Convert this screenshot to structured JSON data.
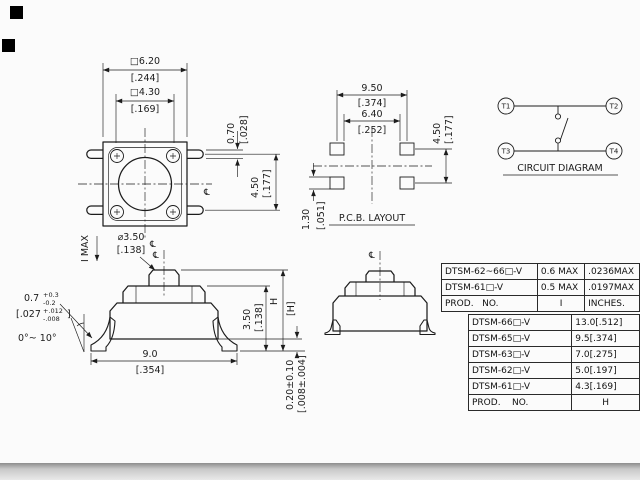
{
  "symbols": {
    "centerline": "℄"
  },
  "top_view": {
    "outer_mm": "□6.20",
    "outer_in": "[.244]",
    "inner_mm": "□4.30",
    "inner_in": "[.169]",
    "term_w_mm": "0.70",
    "term_w_in": "[.028]",
    "pitch_mm": "4.50",
    "pitch_in": "[.177]"
  },
  "pcb": {
    "title": "P.C.B.  LAYOUT",
    "w_mm": "9.50",
    "w_in": "[.374]",
    "inner_mm": "6.40",
    "inner_in": "[.252]",
    "h_mm": "4.50",
    "h_in": "[.177]",
    "pad_mm": "1.30",
    "pad_in": "[.051]"
  },
  "circuit": {
    "title": "CIRCUIT  DIAGRAM",
    "t1": "T1",
    "t2": "T2",
    "t3": "T3",
    "t4": "T4"
  },
  "side_view": {
    "travel": "I MAX",
    "btn_dia_mm": "⌀3.50",
    "btn_dia_in": "[.138]",
    "body_h_mm": "3.50",
    "body_h_in": "[.138]",
    "height_mm": "H",
    "height_in": "[H]",
    "lead_mm": "0.7",
    "lead_mm_plus": "+0.3",
    "lead_mm_minus": "-0.2",
    "lead_in_open": "[.027",
    "lead_in_plus": "+.012",
    "lead_in_minus": "-.008",
    "lead_in_close": "]",
    "angle": "0°~ 10°",
    "w_mm": "9.0",
    "w_in": "[.354]",
    "standoff_mm": "0.20±0.10",
    "standoff_in": "[.008±.004]"
  },
  "spec_table": {
    "rows": [
      {
        "model": "DTSM-62~66□-V",
        "travel": "0.6 MAX",
        "inches": ".0236MAX"
      },
      {
        "model": "DTSM-61□-V",
        "travel": "0.5 MAX",
        "inches": ".0197MAX"
      },
      {
        "model": "PROD.   NO.",
        "travel": "I",
        "inches": "INCHES."
      }
    ]
  },
  "height_table": {
    "rows": [
      {
        "model": "DTSM-66□-V",
        "h": "13.0[.512]"
      },
      {
        "model": "DTSM-65□-V",
        "h": "9.5[.374]"
      },
      {
        "model": "DTSM-63□-V",
        "h": "7.0[.275]"
      },
      {
        "model": "DTSM-62□-V",
        "h": "5.0[.197]"
      },
      {
        "model": "DTSM-61□-V",
        "h": "4.3[.169]"
      },
      {
        "model": "PROD.    NO.",
        "h": "H"
      }
    ]
  }
}
